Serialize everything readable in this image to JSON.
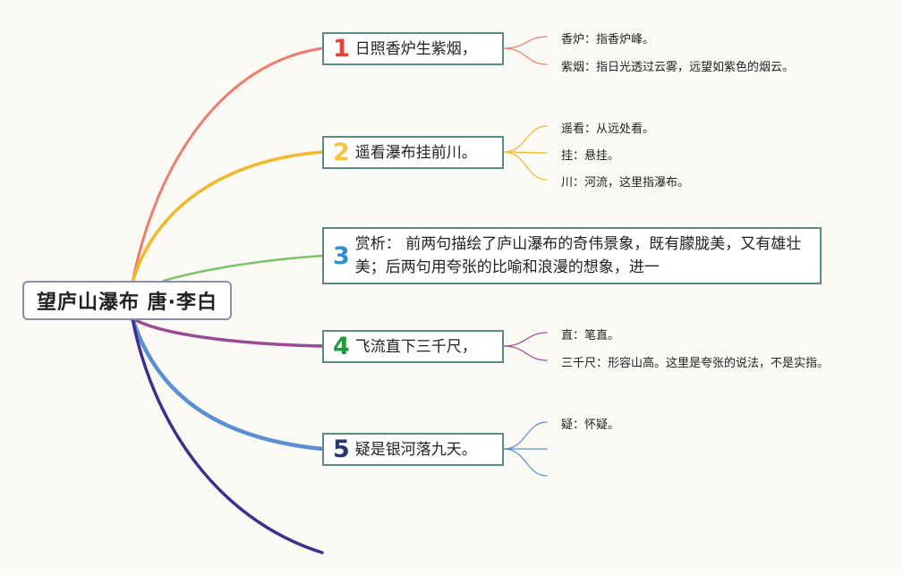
{
  "root": {
    "title": "望庐山瀑布 唐·李白"
  },
  "branches": [
    {
      "num": "1",
      "color": "#e8413c",
      "line_color": "#ef7b6c",
      "text": "日照香炉生紫烟，",
      "notes": [
        "香炉：指香炉峰。",
        "紫烟：指日光透过云雾，远望如紫色的烟云。"
      ]
    },
    {
      "num": "2",
      "color": "#f5c242",
      "line_color": "#f3b72a",
      "text": "遥看瀑布挂前川。",
      "notes": [
        "遥看：从远处看。",
        "挂：悬挂。",
        "川：河流，这里指瀑布。"
      ]
    },
    {
      "num": "3",
      "color": "#2b8fd6",
      "line_color": "#7ac36a",
      "text": "赏析： 前两句描绘了庐山瀑布的奇伟景象，既有朦胧美，又有雄壮美；后两句用夸张的比喻和浪漫的想象，进一",
      "notes": []
    },
    {
      "num": "4",
      "color": "#1e9a3a",
      "line_color": "#9b4a96",
      "text": "飞流直下三千尺，",
      "notes": [
        "直：笔直。",
        "三千尺：形容山高。这里是夸张的说法，不是实指。"
      ]
    },
    {
      "num": "5",
      "color": "#27346e",
      "line_color": "#5b8fd4",
      "text": "疑是银河落九天。",
      "notes": [
        "疑：怀疑。",
        "",
        ""
      ]
    }
  ],
  "extra_line_color": "#3f2f8c"
}
